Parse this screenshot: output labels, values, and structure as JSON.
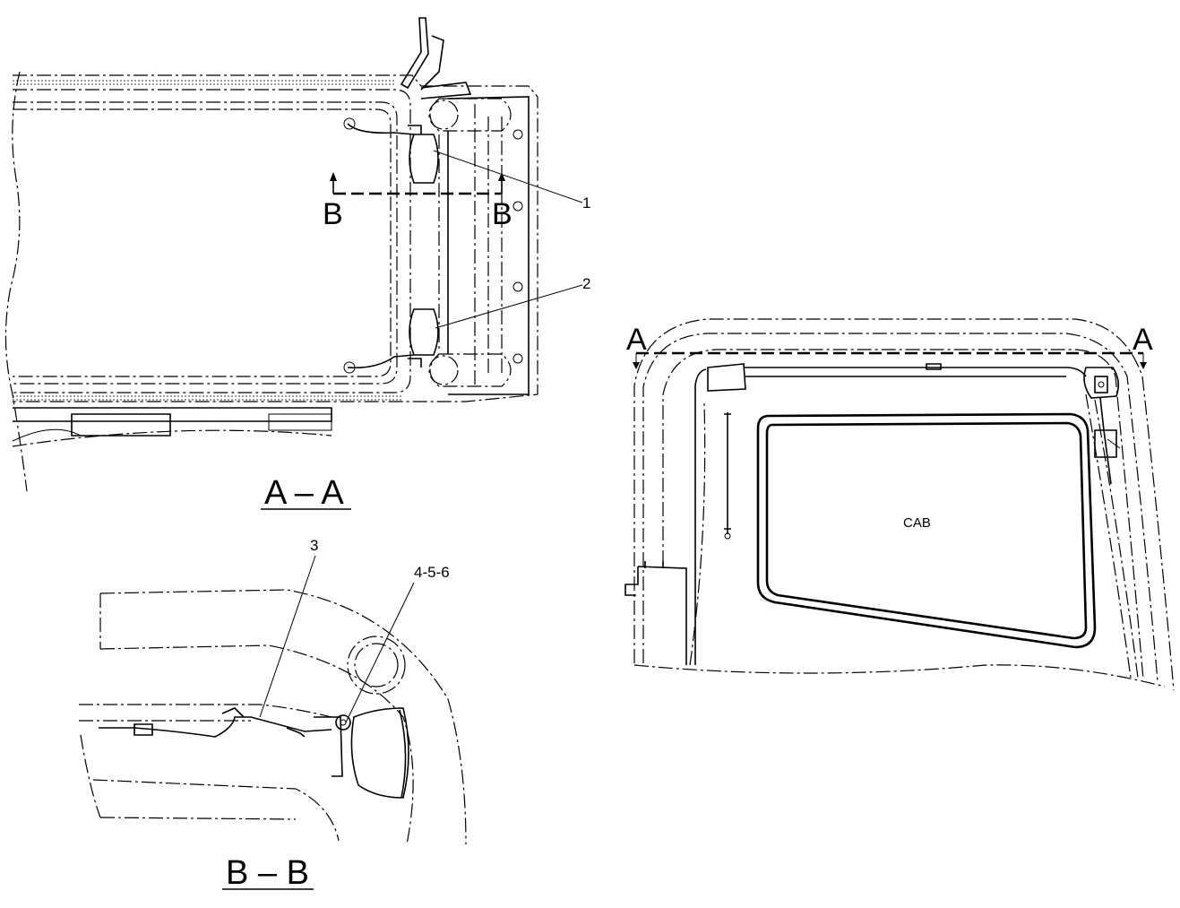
{
  "view_aa": {
    "title": "A – A",
    "section_b_left": "B",
    "section_b_right": "B",
    "callout_1": "1",
    "callout_2": "2"
  },
  "view_bb": {
    "title": "B – B",
    "callout_3": "3",
    "callout_456": "4-5-6"
  },
  "cab_view": {
    "section_a_left": "A",
    "section_a_right": "A",
    "cab_label": "CAB"
  }
}
